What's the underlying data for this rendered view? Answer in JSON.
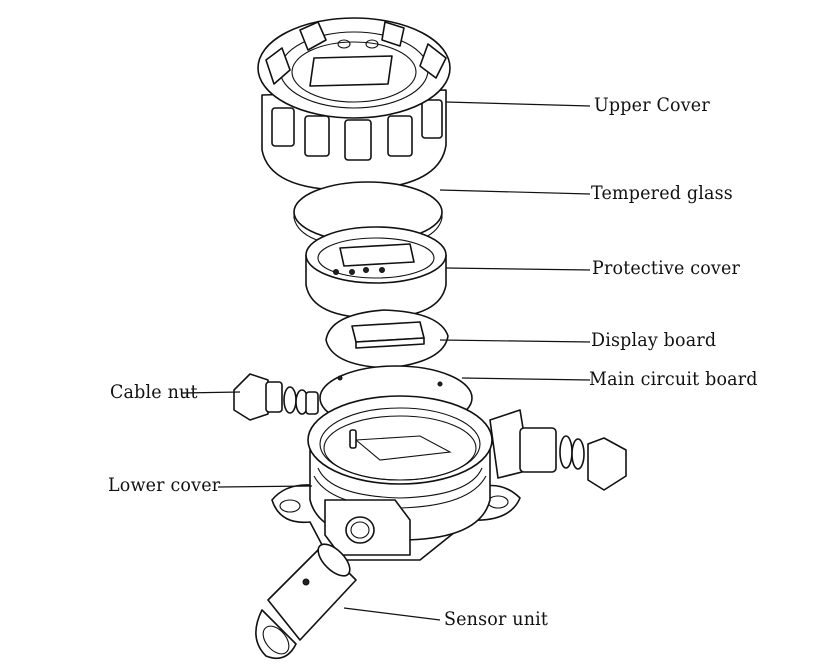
{
  "labels": {
    "upper_cover": "Upper Cover",
    "tempered_glass": "Tempered glass",
    "protective_cover": "Protective cover",
    "display_board": "Display board",
    "main_circuit_board": "Main circuit board",
    "cable_nut": "Cable nut",
    "lower_cover": "Lower cover",
    "sensor_unit": "Sensor unit"
  },
  "colors": {
    "line": "#111111",
    "fill": "#ffffff"
  }
}
